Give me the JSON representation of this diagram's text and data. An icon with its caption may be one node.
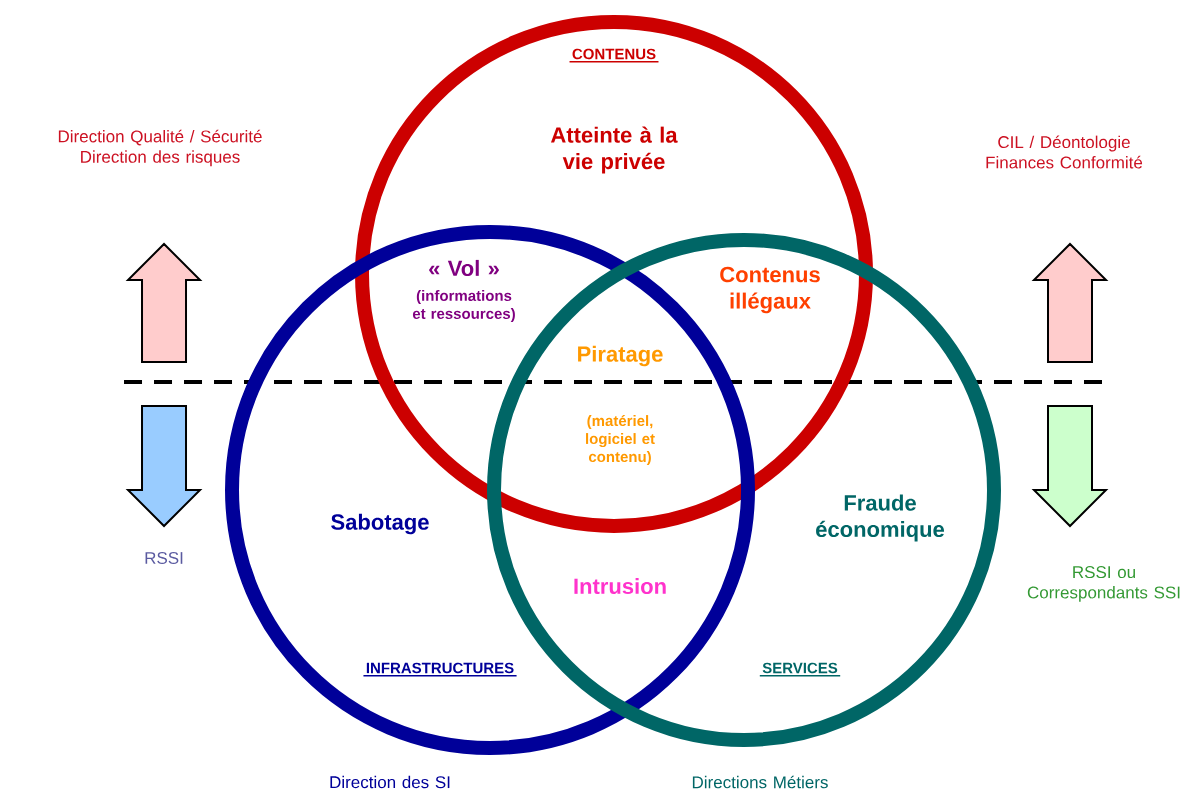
{
  "diagram": {
    "nodes": [
      {
        "text": [
          "CONTENUS"
        ]
      },
      {
        "text": [
          "INFRASTRUCTURES"
        ]
      },
      {
        "text": [
          "SERVICES"
        ]
      }
    ],
    "labels": [
      "Direction Qualité / Sécurité Direction des risques",
      "Atteinte à la vie privée",
      "CIL / Déontologie Finances Conformité",
      "« Vol »",
      "(informations et ressources)",
      "Contenus illégaux",
      "Piratage",
      "(matériel, logiciel et contenu)",
      "RSSI",
      "Sabotage",
      "Fraude économique",
      "RSSI ou Correspondants SSI",
      "Intrusion",
      "Direction des SI",
      "Directions Métiers"
    ]
  }
}
